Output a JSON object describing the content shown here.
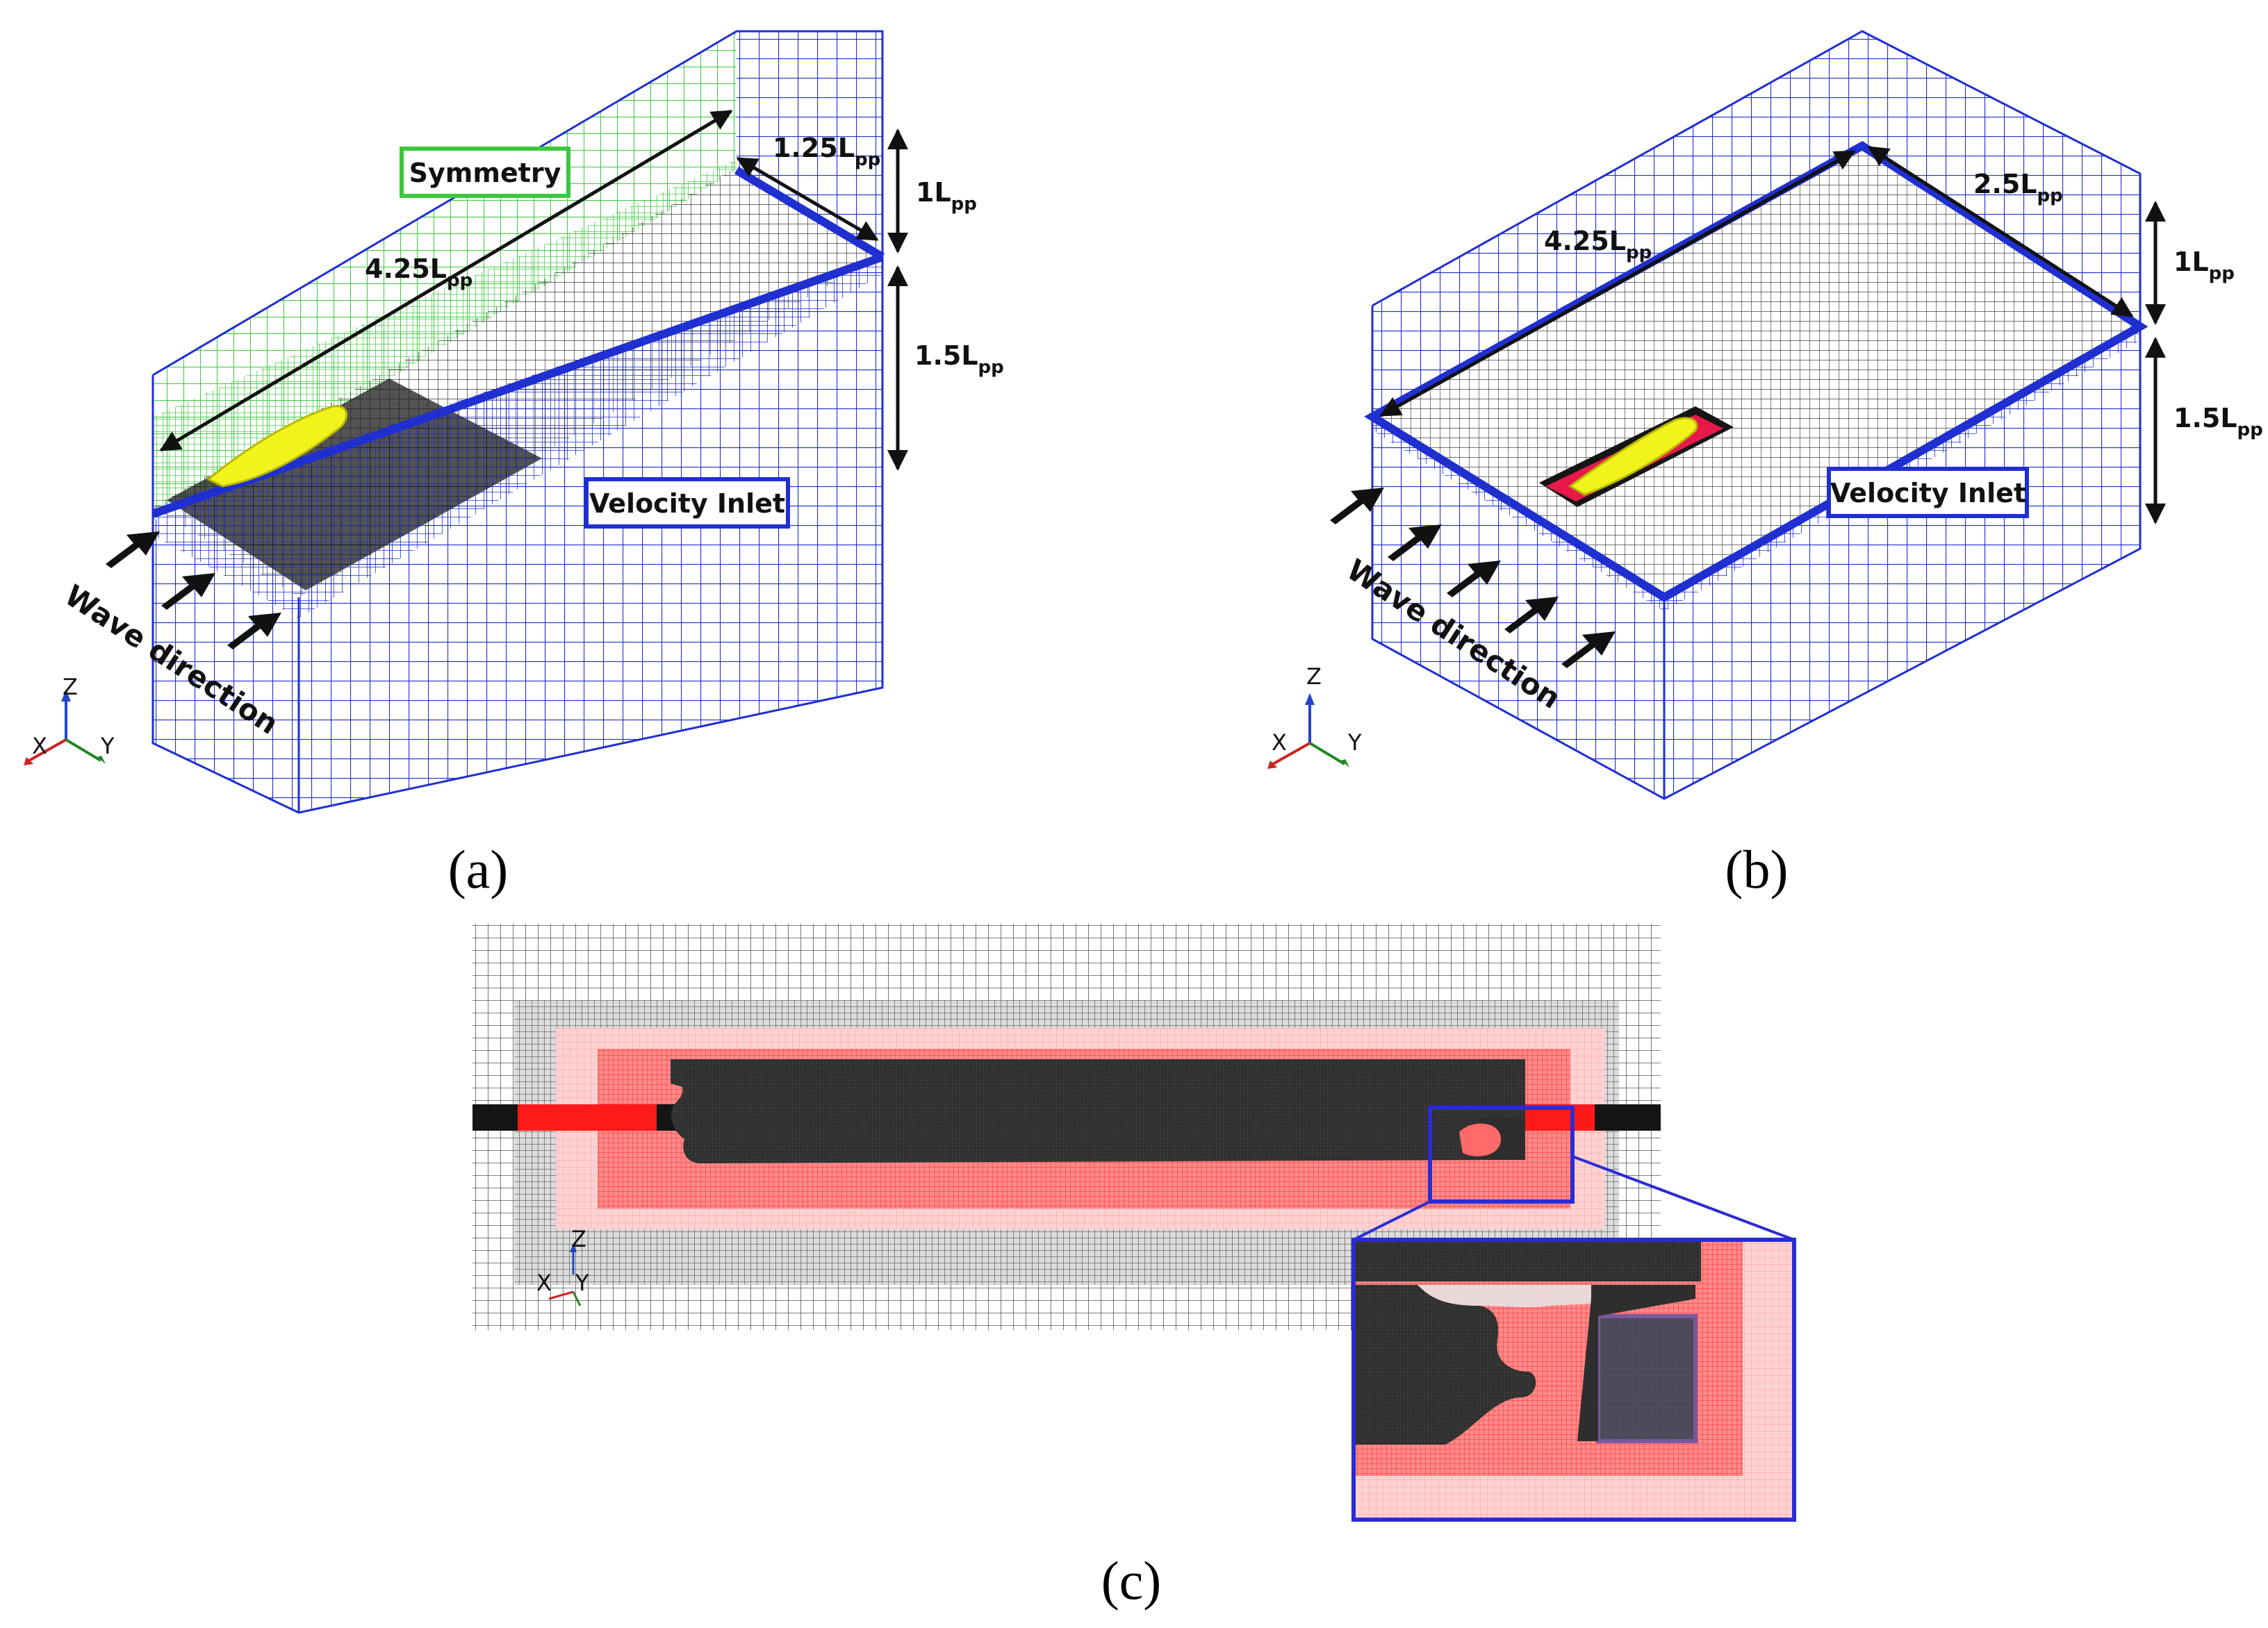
{
  "panel_a": {
    "caption": "(a)",
    "boundary_labels": {
      "symmetry": "Symmetry",
      "velocity_inlet": "Velocity Inlet"
    },
    "dims": {
      "length": {
        "main": "4.25L",
        "sub": "pp"
      },
      "width": {
        "main": "1.25L",
        "sub": "pp"
      },
      "height_top": {
        "main": "1L",
        "sub": "pp"
      },
      "height_bottom": {
        "main": "1.5L",
        "sub": "pp"
      }
    },
    "wave_label": "Wave direction",
    "axes": {
      "z": "Z",
      "x": "X",
      "y": "Y"
    }
  },
  "panel_b": {
    "caption": "(b)",
    "boundary_labels": {
      "velocity_inlet": "Velocity Inlet"
    },
    "dims": {
      "length": {
        "main": "4.25L",
        "sub": "pp"
      },
      "width": {
        "main": "2.5L",
        "sub": "pp"
      },
      "height_top": {
        "main": "1L",
        "sub": "pp"
      },
      "height_bottom": {
        "main": "1.5L",
        "sub": "pp"
      }
    },
    "wave_label": "Wave direction",
    "axes": {
      "z": "Z",
      "x": "X",
      "y": "Y"
    }
  },
  "panel_c": {
    "caption": "(c)",
    "axes": {
      "z": "Z",
      "x": "X",
      "y": "Y"
    }
  },
  "colors": {
    "mesh_blue": "#1f2fd0",
    "symmetry_green": "#3cc83c",
    "hull_yellow": "#f2f21c",
    "refine_red": "#ff1a1a",
    "hull_dark": "#2a2a2a",
    "zoom_box": "#2b2bd6"
  }
}
